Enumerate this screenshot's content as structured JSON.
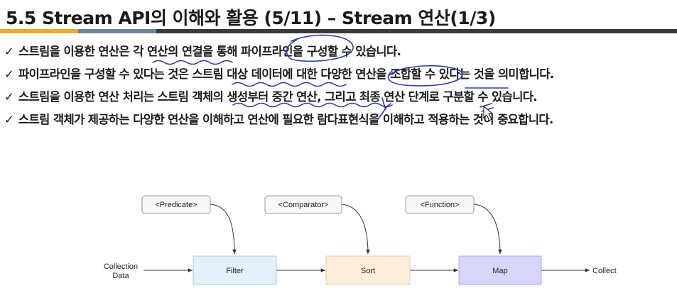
{
  "slide": {
    "title": "5.5 Stream API의 이해와 활용 (5/11) – Stream 연산(1/3)",
    "accent_colors": [
      "#e8ad2f",
      "#6b8599",
      "#3a3a3a"
    ],
    "check_icon": "checkmark-icon",
    "bullets": [
      "스트림을 이용한 연산은 각 연산의 연결을 통해 파이프라인을 구성할 수 있습니다.",
      "파이프라인을 구성할 수 있다는 것은 스트림 대상 데이터에 대한 다양한 연산을 조합할 수 있다는 것을 의미합니다.",
      "스트림을 이용한 연산 처리는 스트림 객체의 생성부터 중간 연산, 그리고 최종 연산 단계로 구분할 수 있습니다.",
      "스트림 객체가 제공하는 다양한 연산을 이해하고 연산에 필요한 람다표현식을 이해하고 적용하는 것이 중요합니다."
    ]
  },
  "diagram": {
    "input_line1": "Collection",
    "input_line2": "Data",
    "output": "Collect",
    "stages": [
      {
        "label": "Filter",
        "interface": "<Predicate>",
        "fill": "#e3f1fb",
        "stroke": "#a9c9df"
      },
      {
        "label": "Sort",
        "interface": "<Comparator>",
        "fill": "#fdeedd",
        "stroke": "#eec9a1"
      },
      {
        "label": "Map",
        "interface": "<Function>",
        "fill": "#d9d6fb",
        "stroke": "#aea7ec"
      }
    ]
  }
}
